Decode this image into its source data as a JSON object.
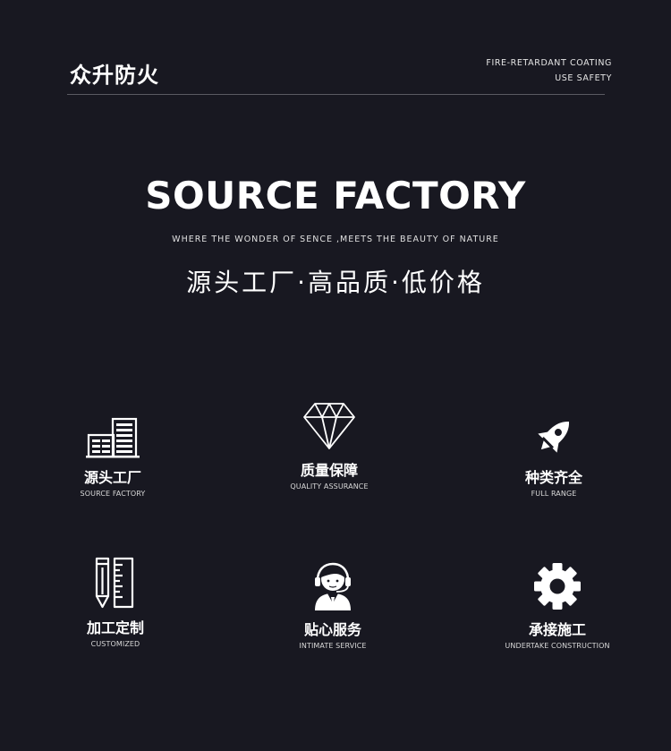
{
  "header": {
    "brand": "众升防火",
    "tagline_line1": "FIRE-RETARDANT COATING",
    "tagline_line2": "USE SAFETY"
  },
  "hero": {
    "title": "SOURCE FACTORY",
    "subtitle": "WHERE THE WONDER OF SENCE ,MEETS THE BEAUTY OF NATURE",
    "slogan": "源头工厂·高品质·低价格"
  },
  "features": [
    {
      "icon": "buildings-icon",
      "cn": "源头工厂",
      "en": "SOURCE FACTORY"
    },
    {
      "icon": "diamond-icon",
      "cn": "质量保障",
      "en": "QUALITY ASSURANCE"
    },
    {
      "icon": "rocket-icon",
      "cn": "种类齐全",
      "en": "FULL RANGE"
    },
    {
      "icon": "pencil-ruler-icon",
      "cn": "加工定制",
      "en": "CUSTOMIZED"
    },
    {
      "icon": "customer-service-icon",
      "cn": "贴心服务",
      "en": "INTIMATE SERVICE"
    },
    {
      "icon": "gear-icon",
      "cn": "承接施工",
      "en": "UNDERTAKE CONSTRUCTION"
    }
  ],
  "colors": {
    "background": "#181821",
    "text": "#ffffff",
    "divider": "#5a5a62"
  }
}
